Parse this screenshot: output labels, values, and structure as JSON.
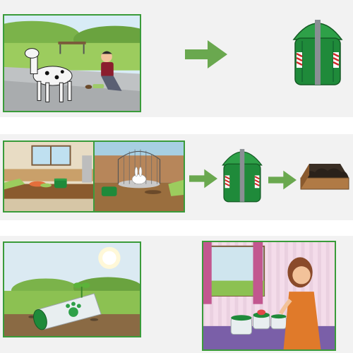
{
  "rows": [
    {
      "panels": [
        "scene-dog-owner-picking-up-waste"
      ],
      "results": [
        "green-bin"
      ]
    },
    {
      "panels": [
        "scene-kitchen-scraps",
        "scene-rabbit-cage"
      ],
      "results": [
        "green-bin",
        "compost-soil-tray"
      ]
    },
    {
      "panels": [
        "scene-buried-pod-with-sprout",
        "scene-woman-watering-plant-pod"
      ]
    }
  ],
  "colors": {
    "frame_border": "#3a9b3a",
    "arrow": "#6aa84f",
    "bin_body": "#1f8a3a",
    "bin_lid": "#2ea048",
    "sky": "#dbeaf2",
    "grass": "#8cc152",
    "soil": "#8a6a44"
  },
  "icons": [
    "arrow-right-icon",
    "compost-bin-icon",
    "soil-tray-icon",
    "sprout-icon",
    "paw-print-icon",
    "sun-icon"
  ]
}
